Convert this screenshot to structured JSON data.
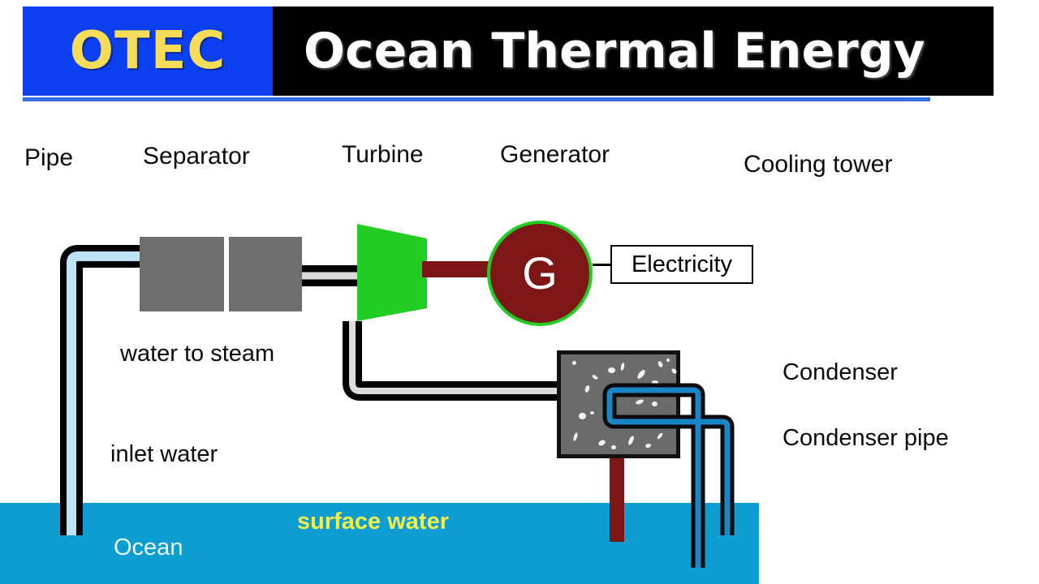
{
  "banner": {
    "badge": "OTEC",
    "title": "Ocean Thermal Energy",
    "badge_bg": "#0b3ff0",
    "badge_fg": "#f7dd57",
    "title_bg": "#000000",
    "title_fg": "#ffffff",
    "rule_color": "#2f6fe0"
  },
  "labels": {
    "pipe": "Pipe",
    "separator": "Separator",
    "turbine": "Turbine",
    "generator": "Generator",
    "cooling_tower": "Cooling tower",
    "water_to_steam": "water to steam",
    "inlet_water": "inlet water",
    "condenser": "Condenser",
    "condenser_pipe": "Condenser pipe",
    "ocean": "Ocean",
    "surface_water": "surface water",
    "electricity": "Electricity",
    "generator_symbol": "G"
  },
  "colors": {
    "ocean": "#0d9dd1",
    "separator_gray": "#6e6e6e",
    "condenser_gray": "#6b6b6b",
    "turbine_green": "#22cc22",
    "generator_maroon": "#7d1616",
    "generator_ring": "#22cc22",
    "steam_pipe_fill": "#dcdcdc",
    "inlet_pipe_fill": "#bde3f5",
    "condenser_pipe_fill": "#1a86c8",
    "pipe_outline": "#000000",
    "surface_water_text": "#f2ef4a",
    "ocean_text": "#eafaff"
  },
  "diagram": {
    "type": "process-flow",
    "components": [
      {
        "name": "inlet-pipe",
        "label": "Pipe"
      },
      {
        "name": "separator",
        "label": "Separator"
      },
      {
        "name": "turbine",
        "label": "Turbine"
      },
      {
        "name": "generator",
        "label": "Generator"
      },
      {
        "name": "electricity",
        "label": "Electricity"
      },
      {
        "name": "cooling-tower",
        "label": "Cooling tower"
      },
      {
        "name": "condenser",
        "label": "Condenser"
      },
      {
        "name": "condenser-pipe",
        "label": "Condenser pipe"
      },
      {
        "name": "ocean",
        "label": "Ocean"
      }
    ],
    "flows": [
      "inlet water -> separator",
      "water to steam -> turbine",
      "turbine -> generator -> Electricity",
      "turbine exhaust -> condenser",
      "condenser pipe -> ocean surface water"
    ]
  }
}
